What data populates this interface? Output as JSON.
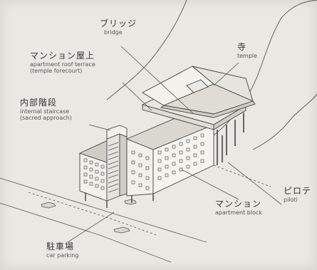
{
  "labels": {
    "bridge": {
      "jp": "ブリッジ",
      "en": "bridge"
    },
    "temple": {
      "jp": "寺",
      "en": "temple"
    },
    "roof": {
      "jp": "マンション屋上",
      "en1": "apartment roof terrace",
      "en2": "(temple forecourt)"
    },
    "stair": {
      "jp": "内部階段",
      "en1": "internal staircase",
      "en2": "(sacred approach)"
    },
    "piloti": {
      "jp": "ピロテ",
      "en": "piloti"
    },
    "block": {
      "jp": "マンション",
      "en": "apartment block"
    },
    "parking": {
      "jp": "駐車場",
      "en": "car parking"
    }
  }
}
